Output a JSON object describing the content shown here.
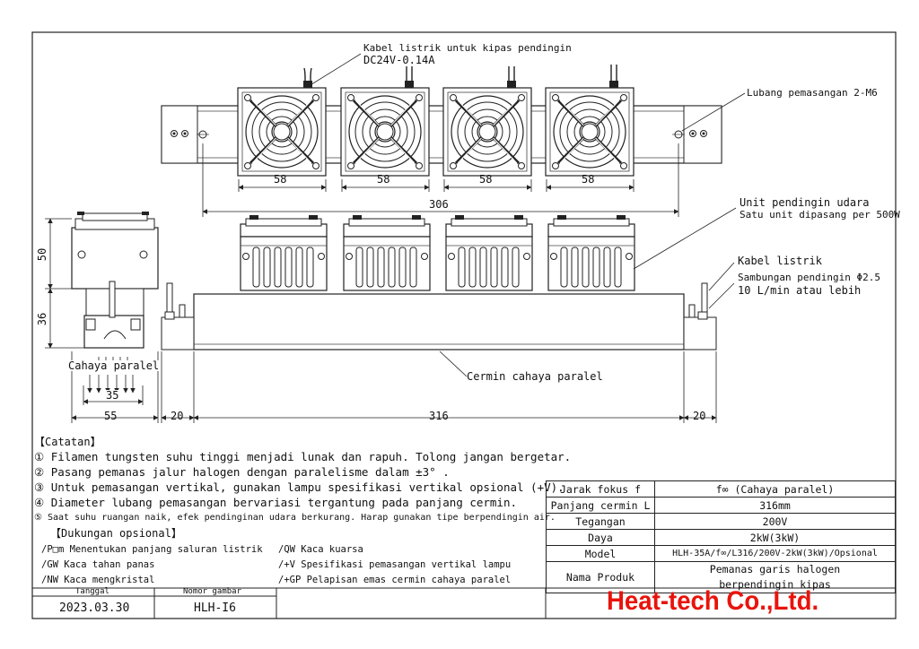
{
  "labels": {
    "fan_cable_line1": "Kabel listrik untuk kipas pendingin",
    "fan_cable_line2": "DC24V-0.14A",
    "mount_hole": "Lubang pemasangan 2-M6",
    "cooling_unit_line1": "Unit pendingin udara",
    "cooling_unit_line2": "Satu unit dipasang per 500W",
    "power_cable": "Kabel listrik",
    "coolant_line1": "Sambungan pendingin Φ2.5",
    "coolant_line2": "10 L/min atau lebih",
    "mirror": "Cermin cahaya paralel",
    "parallel_light": "Cahaya paralel"
  },
  "dimensions": {
    "fan1": "58",
    "fan2": "58",
    "fan3": "58",
    "fan4": "58",
    "hole_span": "306",
    "height_top": "50",
    "height_bottom": "36",
    "light_width": "35",
    "side_width": "55",
    "end_left": "20",
    "body_length": "316",
    "end_right": "20"
  },
  "notes": {
    "heading": "【Catatan】",
    "items": [
      "① Filamen tungsten suhu tinggi menjadi lunak dan rapuh. Tolong jangan bergetar.",
      "② Pasang pemanas jalur halogen dengan paralelisme dalam ±3° .",
      "③ Untuk pemasangan vertikal, gunakan lampu spesifikasi vertikal opsional (+V).",
      "④ Diameter lubang pemasangan bervariasi tergantung pada panjang cermin.",
      "⑤ Saat suhu ruangan naik, efek pendinginan udara berkurang. Harap gunakan tipe berpendingin air."
    ],
    "options_heading": "【Dukungan opsional】",
    "options_left": [
      "/P□m Menentukan panjang saluran listrik",
      "/GW  Kaca tahan panas",
      "/NW  Kaca mengkristal"
    ],
    "options_right": [
      "/QW  Kaca kuarsa",
      "/+V  Spesifikasi pemasangan vertikal lampu",
      "/+GP  Pelapisan emas cermin cahaya paralel"
    ]
  },
  "title_block": {
    "date_label": "Tanggal",
    "drawing_no_label": "Nomor gambar",
    "date": "2023.03.30",
    "drawing_no": "HLH-I6"
  },
  "spec_table": {
    "rows": [
      {
        "label": "Jarak fokus f",
        "value": "f∞ (Cahaya paralel)"
      },
      {
        "label": "Panjang cermin L",
        "value": "316mm"
      },
      {
        "label": "Tegangan",
        "value": "200V"
      },
      {
        "label": "Daya",
        "value": "2kW(3kW)"
      },
      {
        "label": "Model",
        "value": "HLH-35A/f∞/L316/200V-2kW(3kW)/Opsional"
      }
    ],
    "product_label": "Nama Produk",
    "product_line1": "Pemanas garis halogen",
    "product_line2": "berpendingin kipas"
  },
  "brand": {
    "name": "Heat-tech Co.,Ltd.",
    "color": "#e8140c"
  }
}
